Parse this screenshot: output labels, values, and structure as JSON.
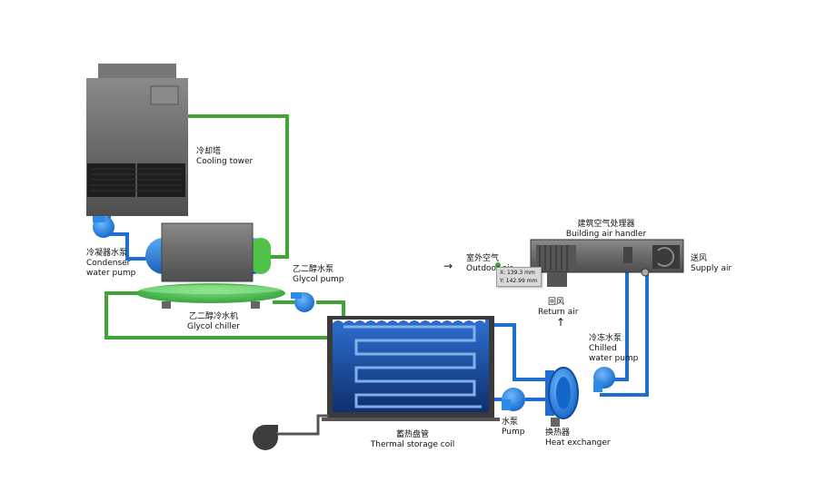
{
  "labels": {
    "cooling_tower": {
      "zh": "冷却塔",
      "en": "Cooling tower"
    },
    "condenser_pump": {
      "zh": "冷凝器水泵",
      "en1": "Condenser",
      "en2": "water pump"
    },
    "glycol_pump": {
      "zh": "乙二醇水泵",
      "en": "Glycol pump"
    },
    "glycol_chiller": {
      "zh": "乙二醇冷水机",
      "en": "Glycol chiller"
    },
    "outdoor_air": {
      "zh": "室外空气",
      "en": "Outdoor air"
    },
    "building_air_handler": {
      "zh": "建筑空气处理器",
      "en": "Building air handler"
    },
    "supply_air": {
      "zh": "送风",
      "en": "Supply air"
    },
    "return_air": {
      "zh": "回风",
      "en": "Return air"
    },
    "chilled_water_pump": {
      "zh": "冷冻水泵",
      "en1": "Chilled",
      "en2": "water pump"
    },
    "thermal_storage_coil": {
      "zh": "蓄热盘管",
      "en": "Thermal storage coil"
    },
    "pump": {
      "zh": "水泵",
      "en": "Pump"
    },
    "heat_exchanger": {
      "zh": "换热器",
      "en": "Heat exchanger"
    }
  },
  "tooltip": {
    "x": "X: 139.3 mm",
    "y": "Y: 142.99 mm"
  },
  "colors": {
    "glycol_line": "#3fa535",
    "water_line": "#1f6fd1",
    "pump_blue": "#2a8bea",
    "equipment_gray": "#6b6b6b",
    "tank_water": "#1c4fa8"
  }
}
